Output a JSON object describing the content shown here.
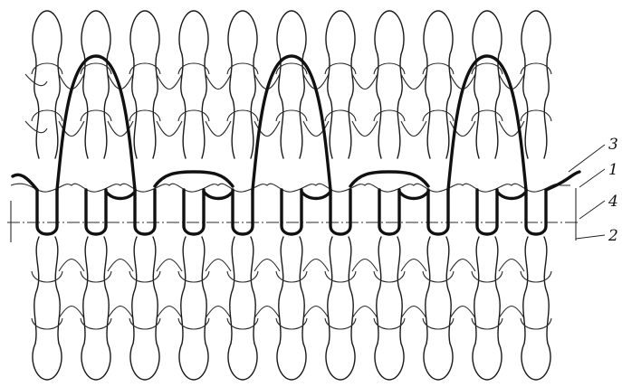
{
  "figure": {
    "callouts": [
      {
        "id": "label-3",
        "text": "3"
      },
      {
        "id": "label-1",
        "text": "1"
      },
      {
        "id": "label-4",
        "text": "4"
      },
      {
        "id": "label-2",
        "text": "2"
      }
    ]
  },
  "colors": {
    "ink": "#111111",
    "paper": "#ffffff"
  }
}
